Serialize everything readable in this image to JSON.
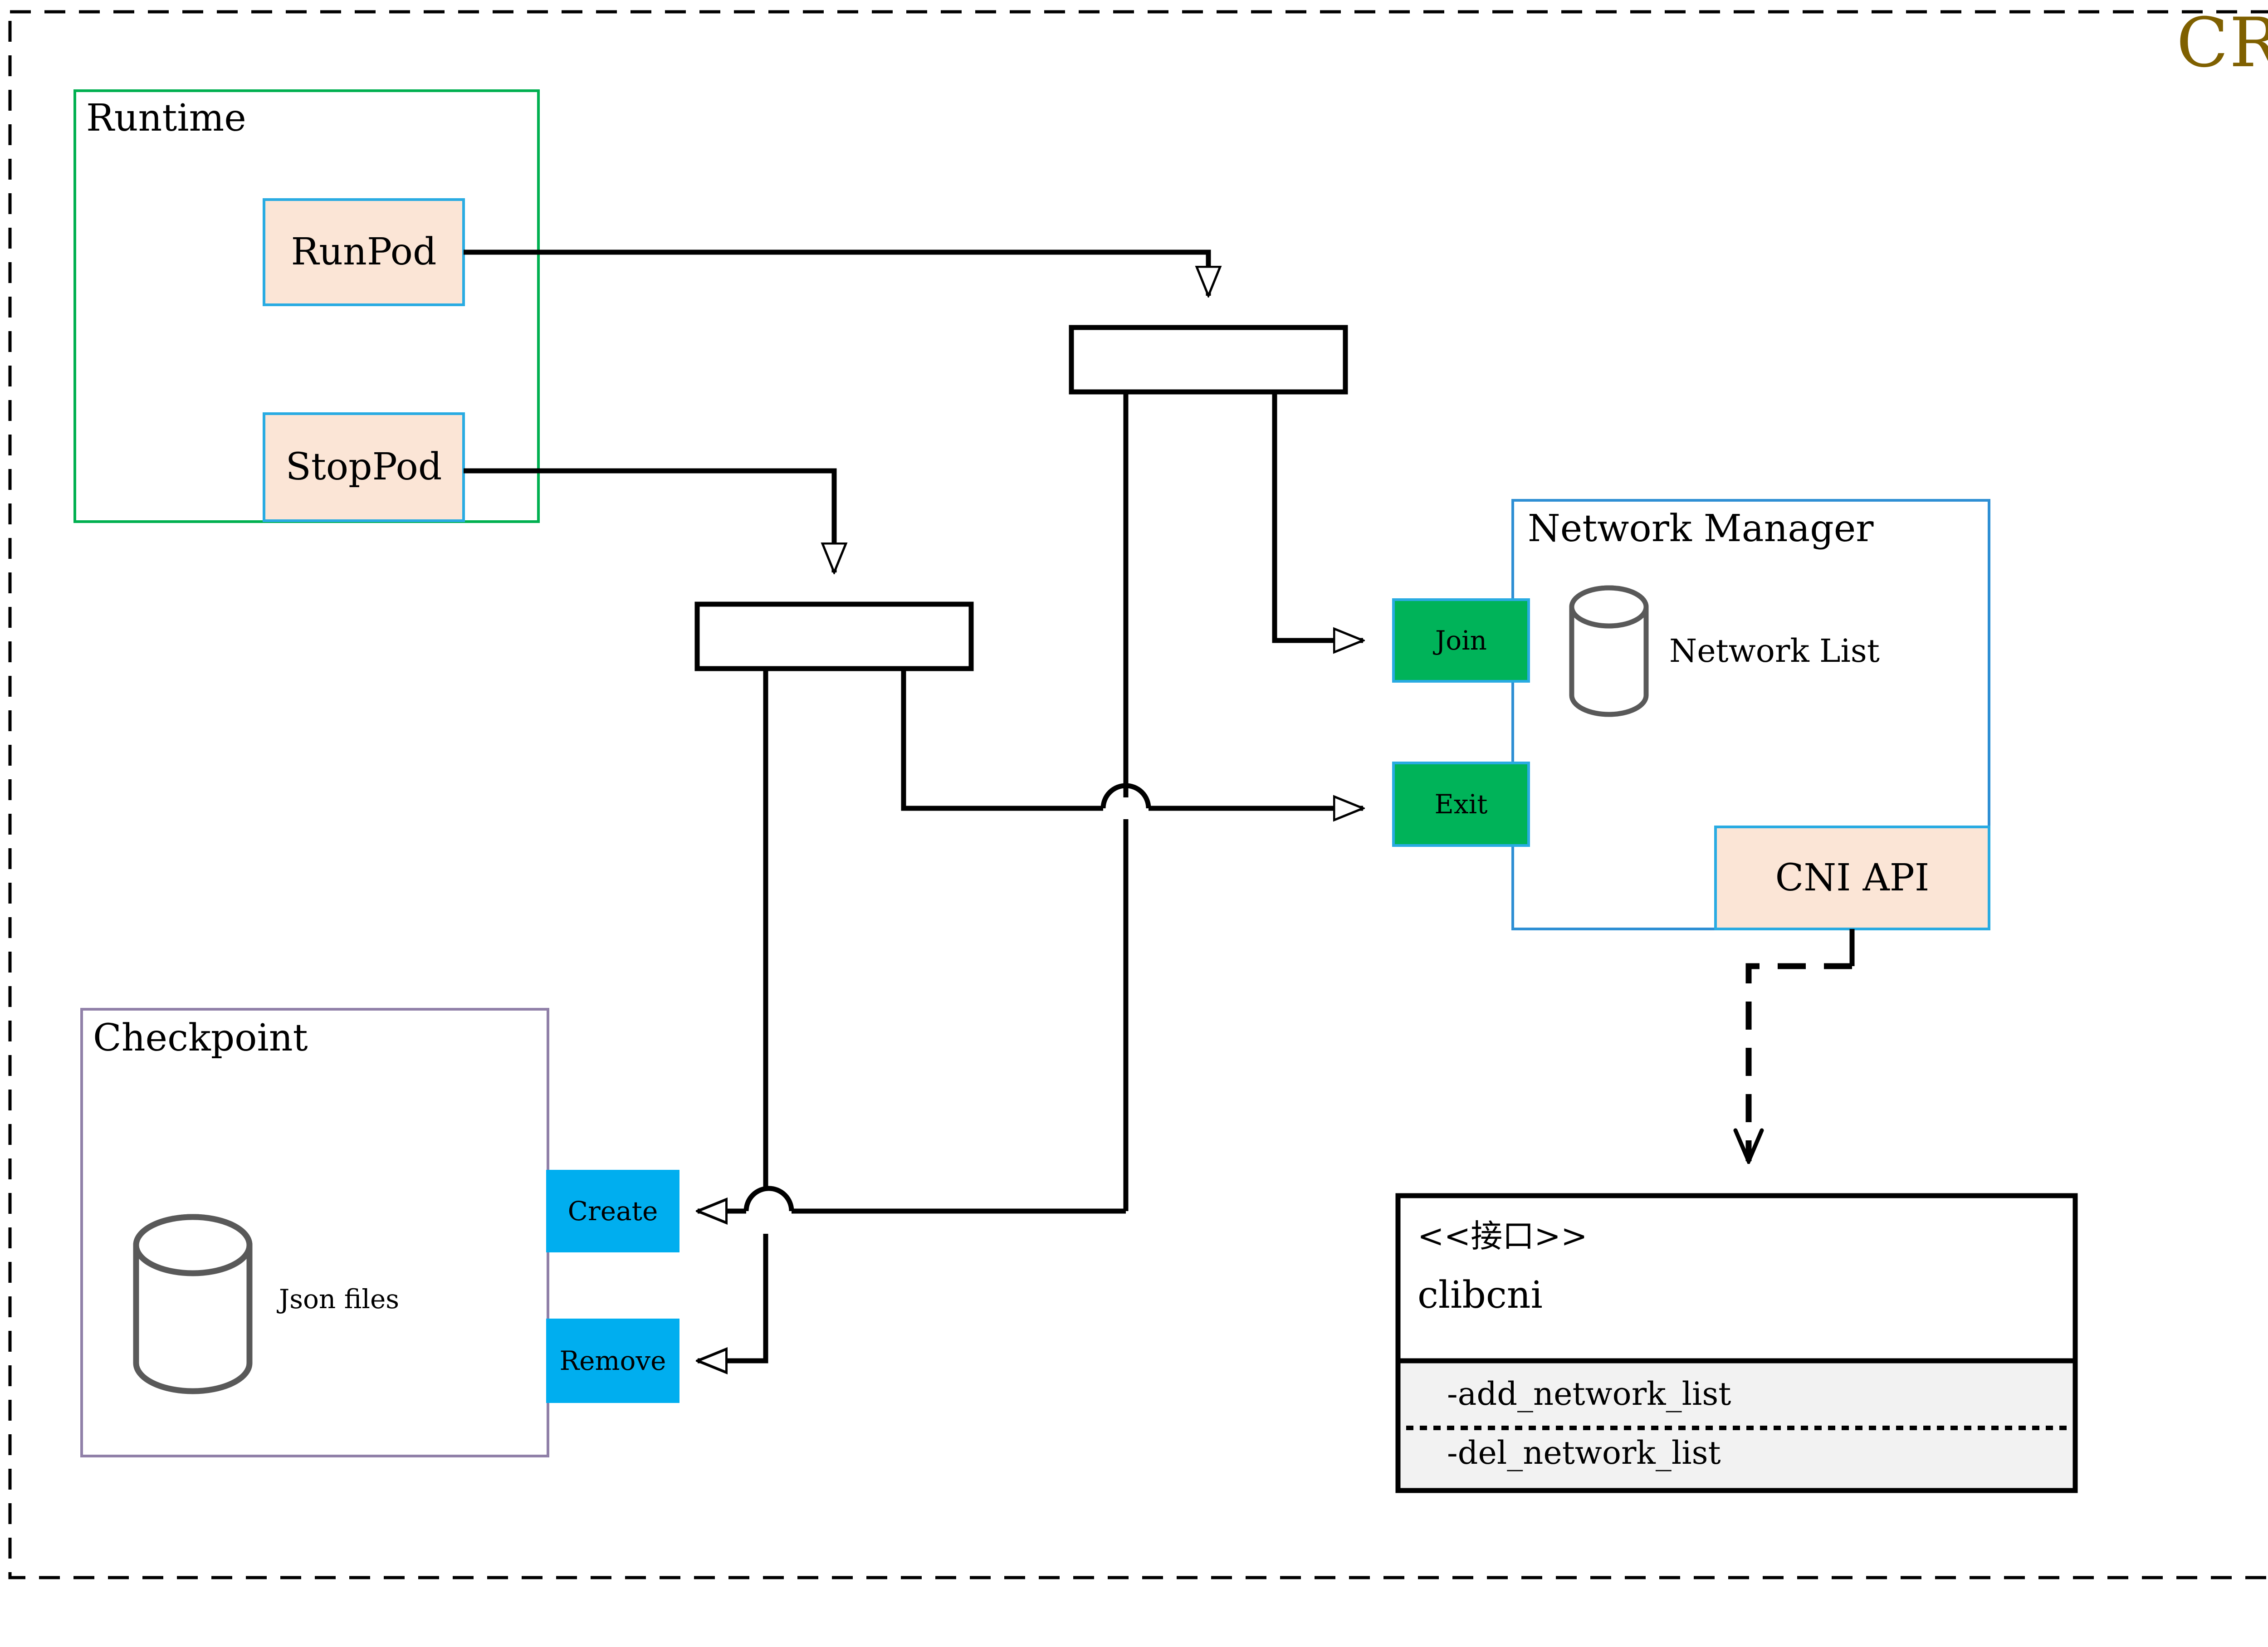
{
  "diagram": {
    "title": "CRI",
    "title_color": "#7F6000",
    "outer_border": "dashed",
    "groups": {
      "runtime": {
        "label": "Runtime",
        "border_color": "#00B050"
      },
      "checkpoint": {
        "label": "Checkpoint",
        "border_color": "#8C7FA8",
        "store_label": "Json files"
      },
      "network_manager": {
        "label": "Network Manager",
        "border_color": "#2E8FD4",
        "store_label": "Network List"
      }
    },
    "nodes": {
      "run_pod": {
        "label": "RunPod",
        "fill": "#FBE5D6",
        "stroke": "#29ABE2"
      },
      "stop_pod": {
        "label": "StopPod",
        "fill": "#FBE5D6",
        "stroke": "#29ABE2"
      },
      "join": {
        "label": "Join",
        "fill": "#00B359",
        "stroke": "#29ABE2"
      },
      "exit": {
        "label": "Exit",
        "fill": "#00B359",
        "stroke": "#29ABE2"
      },
      "cni_api": {
        "label": "CNI API",
        "fill": "#FBE5D6",
        "stroke": "#29ABE2"
      },
      "create": {
        "label": "Create",
        "fill": "#00AEEF",
        "stroke": "#00AEEF"
      },
      "remove": {
        "label": "Remove",
        "fill": "#00AEEF",
        "stroke": "#00AEEF"
      },
      "junction_top": {
        "label": "",
        "fill": "#FFFFFF",
        "stroke": "#000000"
      },
      "junction_bottom": {
        "label": "",
        "fill": "#FFFFFF",
        "stroke": "#000000"
      }
    },
    "interface_box": {
      "stereotype": "<<接口>>",
      "name": "clibcni",
      "methods": [
        "-add_network_list",
        "-del_network_list"
      ],
      "method_fill": "#F2F2F2",
      "stroke": "#000000"
    }
  }
}
